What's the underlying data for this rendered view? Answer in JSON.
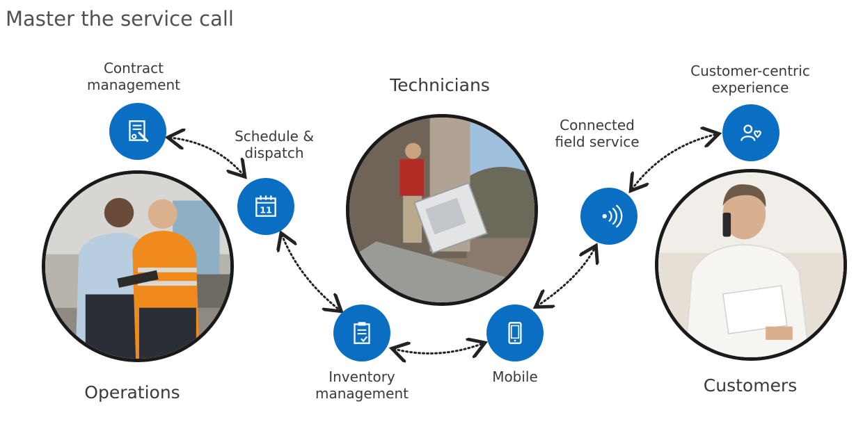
{
  "title": "Master the service call",
  "labels": {
    "contract": [
      "Contract",
      "management"
    ],
    "schedule": [
      "Schedule &",
      "dispatch"
    ],
    "technicians": "Technicians",
    "connected": [
      "Connected",
      "field service"
    ],
    "customer_centric": [
      "Customer-centric",
      "experience"
    ],
    "inventory": [
      "Inventory",
      "management"
    ],
    "mobile": "Mobile",
    "operations": "Operations",
    "customers": "Customers"
  },
  "calendar_day": "11",
  "icons": {
    "contract": "contract-document-icon",
    "schedule": "calendar-icon",
    "inventory": "clipboard-icon",
    "mobile": "mobile-phone-icon",
    "connected": "wireless-signal-icon",
    "customer": "person-heart-icon"
  },
  "colors": {
    "accent": "#0a6fc2",
    "photo_border": "#1a1a1a",
    "title": "#505050"
  }
}
